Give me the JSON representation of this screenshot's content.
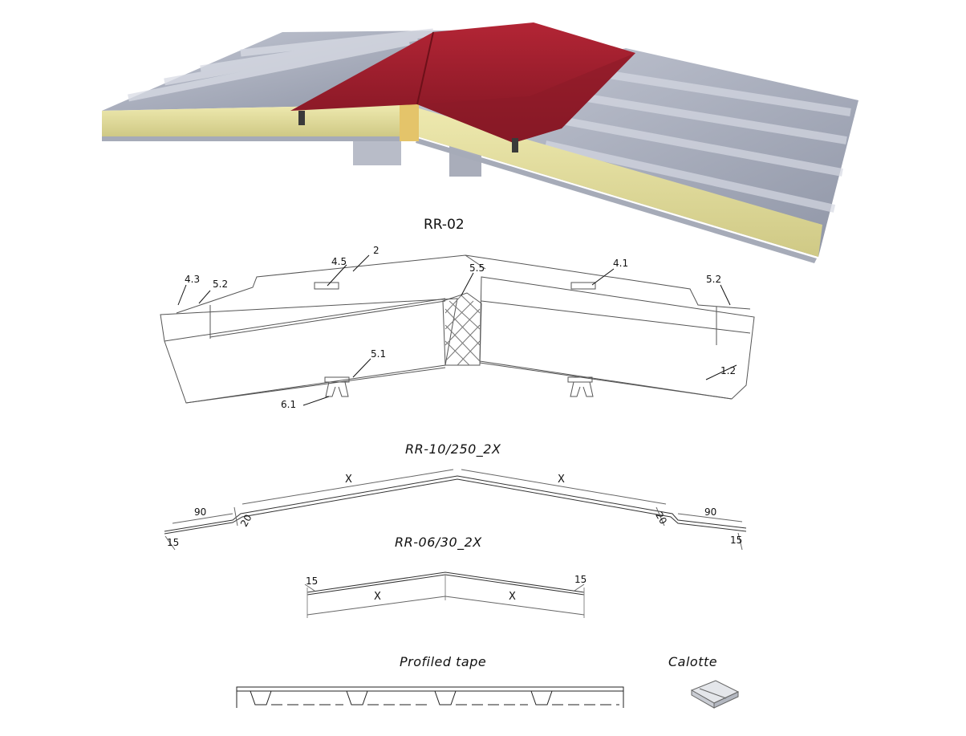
{
  "drawing_title": "RR-02",
  "callouts": {
    "c43": "4.3",
    "c52a": "5.2",
    "c45": "4.5",
    "c2": "2",
    "c55": "5.5",
    "c41": "4.1",
    "c52b": "5.2",
    "c51": "5.1",
    "c61": "6.1",
    "c12": "1.2"
  },
  "profile_a": {
    "title": "RR-10/250_2X",
    "dim_left_flange": "90",
    "dim_left_edge": "15",
    "dim_left_slope": "20",
    "dim_left_x": "X",
    "dim_right_x": "X",
    "dim_right_slope": "20",
    "dim_right_flange": "90",
    "dim_right_edge": "15"
  },
  "profile_b": {
    "title": "RR-06/30_2X",
    "dim_left_edge": "15",
    "dim_right_edge": "15",
    "dim_left_x": "X",
    "dim_right_x": "X"
  },
  "profiled_tape": {
    "title": "Profiled tape"
  },
  "calotte": {
    "title": "Calotte"
  },
  "colors": {
    "ridge_red": "#9b1c2a",
    "roof_grey": "#a9afbd",
    "insulation_yellow": "#e6e2a0"
  }
}
